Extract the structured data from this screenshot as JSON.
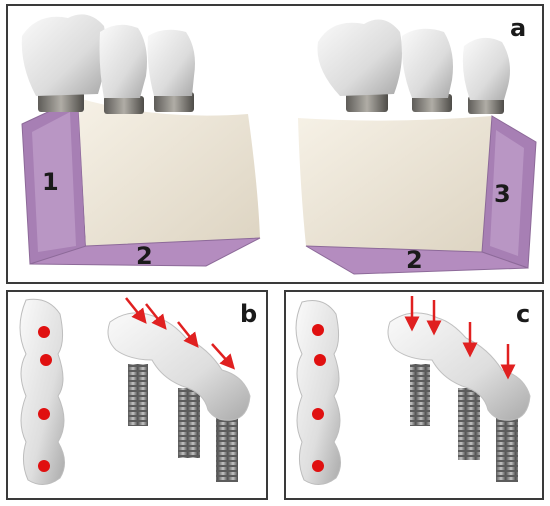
{
  "panels": {
    "a": {
      "letter": "a",
      "left_block": {
        "side": "1",
        "bottom": "2"
      },
      "right_block": {
        "side": "3",
        "bottom": "2"
      }
    },
    "b": {
      "letter": "b",
      "arrow_count": 4,
      "dot_count": 4
    },
    "c": {
      "letter": "c",
      "arrow_count": 4,
      "dot_count": 4
    }
  },
  "colors": {
    "block_face": "#eee7d9",
    "block_edge": "#b48cbf",
    "tooth": "#e4e4e4",
    "abutment": "#8c8a85",
    "implant": "#9a9a9a",
    "arrow": "#e02020",
    "dot": "#e01010",
    "border": "#3a3a3a"
  }
}
